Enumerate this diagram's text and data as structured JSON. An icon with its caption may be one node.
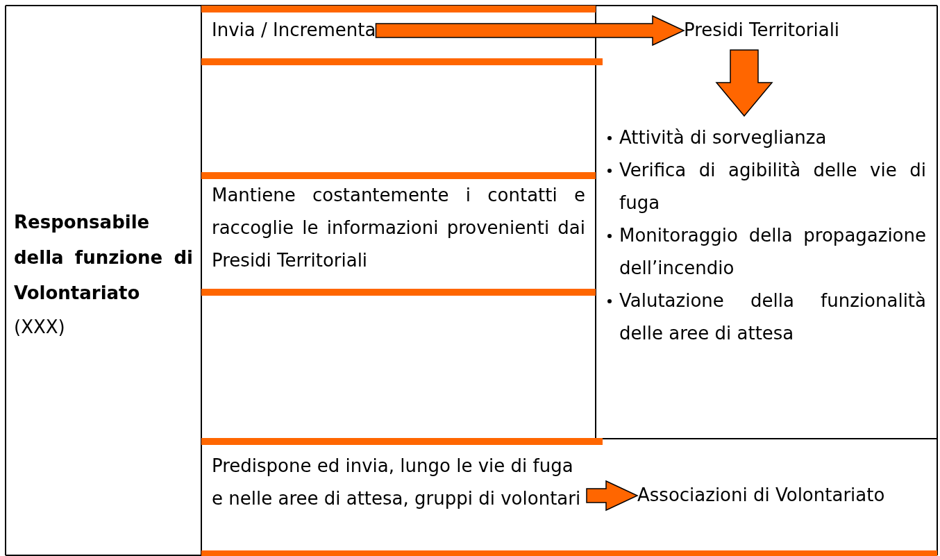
{
  "diagram": {
    "nodes": [
      {
        "text": [
          "Responsabile della funzione di Volontariato",
          "(XXX)"
        ]
      },
      {
        "text": [
          "Invia / Incrementa"
        ]
      },
      {
        "text": [
          "Presidi Territoriali"
        ]
      },
      {
        "text": [
          "Attività di sorveglianza",
          "Verifica di agibilità delle vie di fuga",
          "Monitoraggio della propagazione dell’incendio",
          "Valutazione della funzionalità delle aree di attesa"
        ]
      },
      {
        "text": [
          "Mantiene costantemente i contatti e raccoglie le informazioni provenienti dai Presidi Territoriali"
        ]
      },
      {
        "text": [
          "Predispone ed invia, lungo le vie di fuga e nelle aree di attesa, gruppi di volontari"
        ]
      },
      {
        "text": [
          "Associazioni di Volontariato"
        ]
      }
    ],
    "edges": [
      {
        "from": 1,
        "to": 2,
        "arrow": "to"
      },
      {
        "from": 2,
        "to": 3,
        "arrow": "to"
      },
      {
        "from": 5,
        "to": 6,
        "arrow": "to"
      }
    ]
  }
}
